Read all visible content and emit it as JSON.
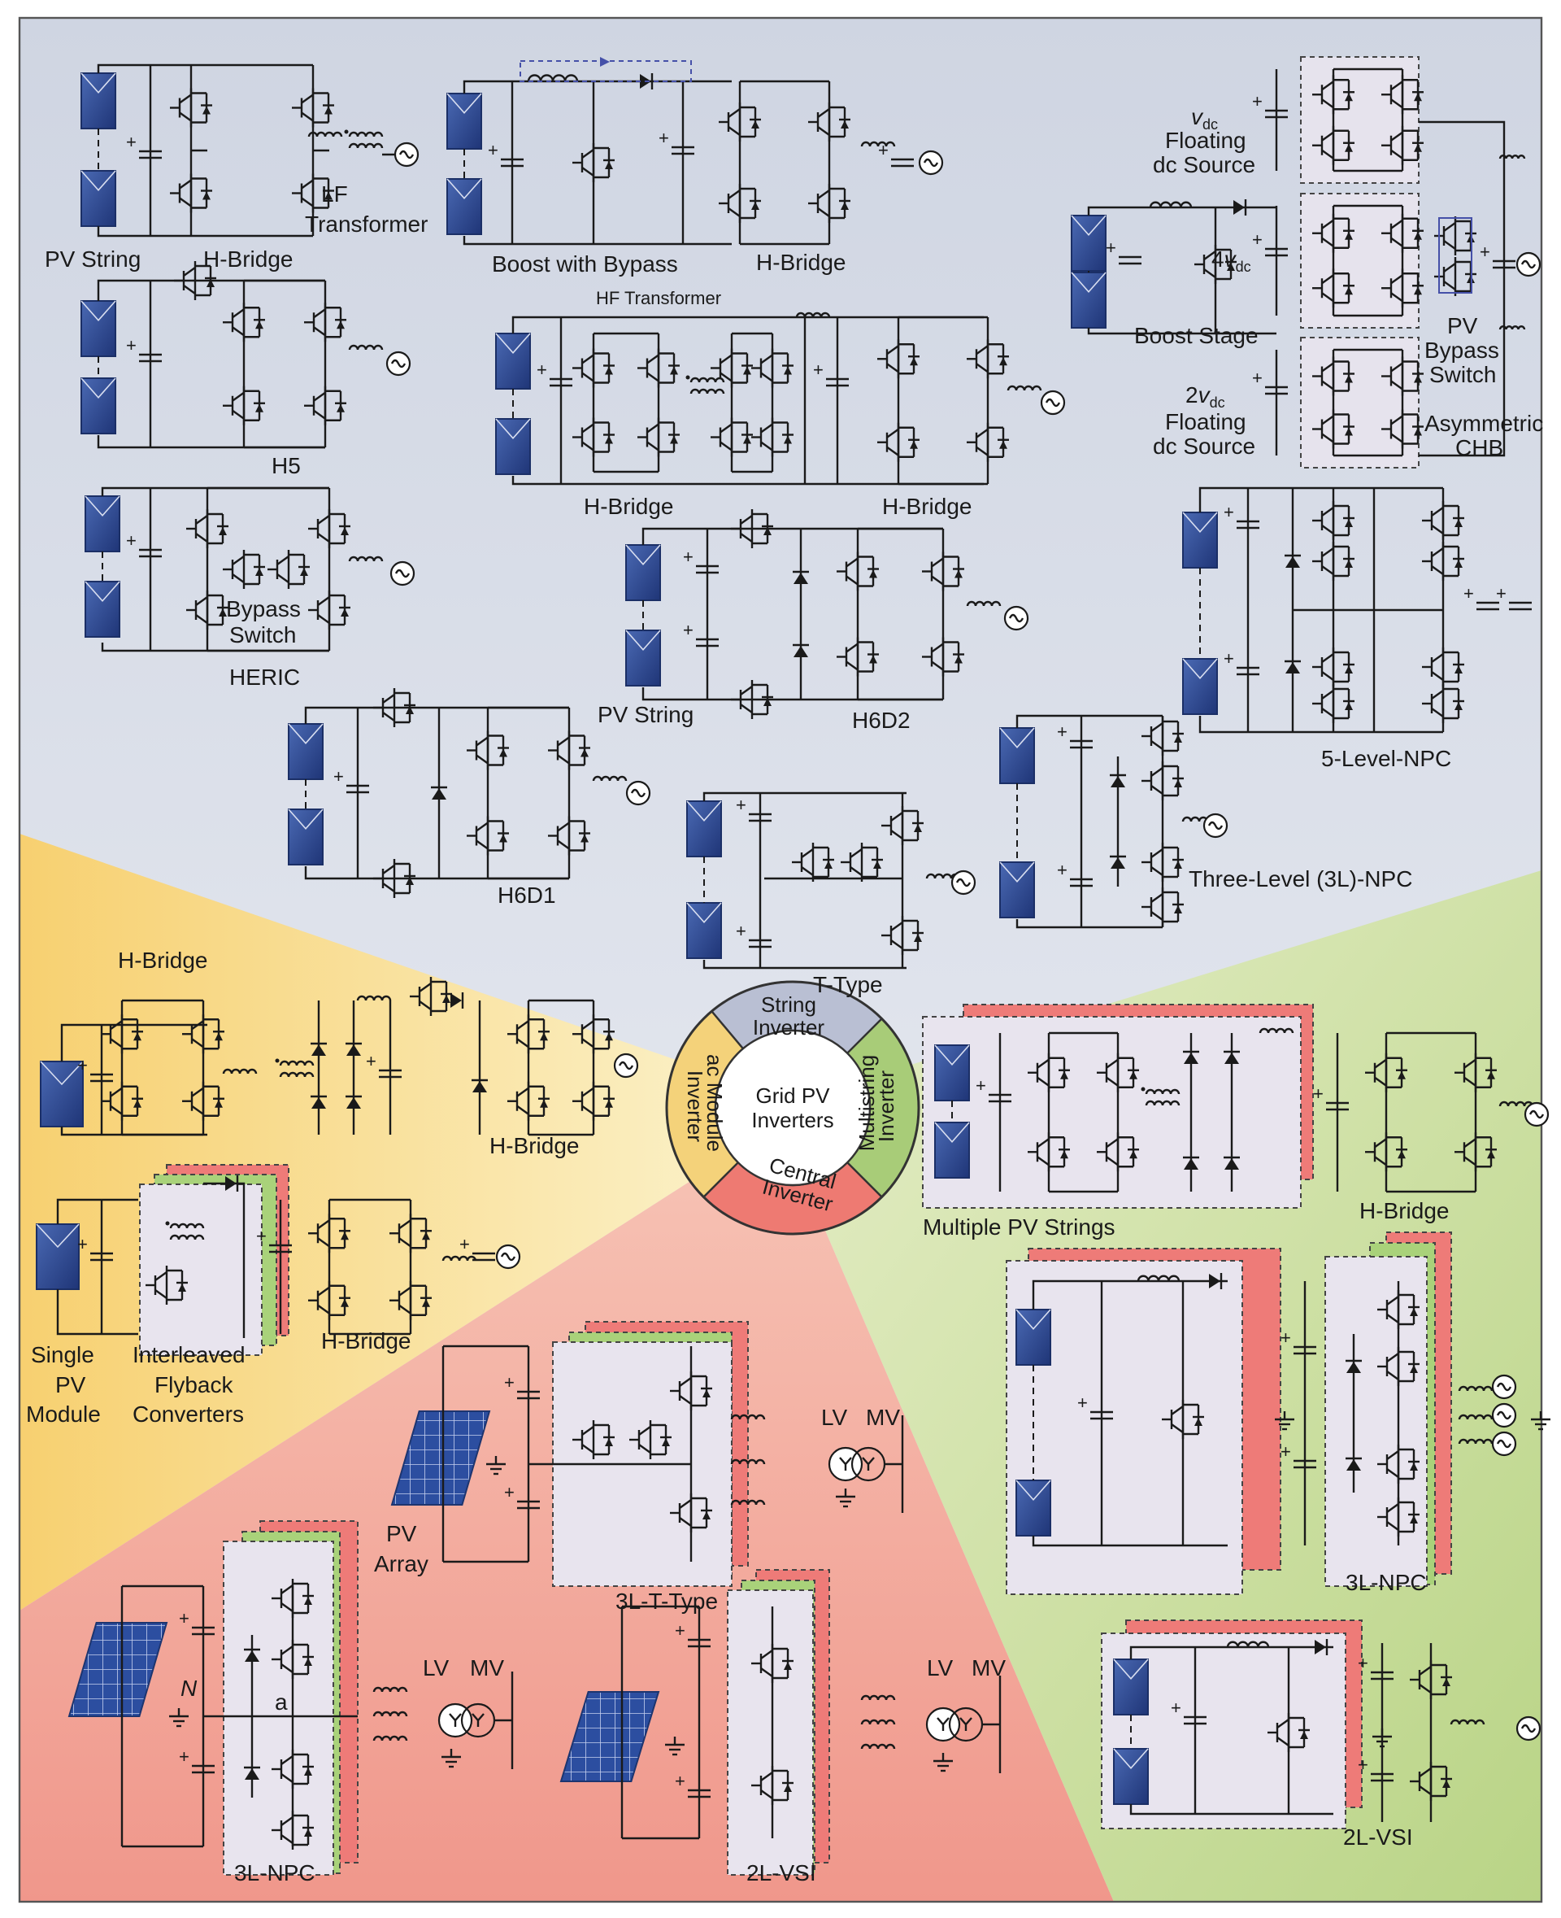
{
  "wheel": {
    "center": "Grid PV Inverters",
    "segments": [
      {
        "label": "String Inverter",
        "color": "#b9bfd3"
      },
      {
        "label": "Multistring Inverter",
        "color": "#a8cc78"
      },
      {
        "label": "Central Inverter",
        "color": "#ee7a72"
      },
      {
        "label": "ac Module Inverter",
        "color": "#f4d27a"
      }
    ]
  },
  "regions": {
    "string": "#dfe3ec",
    "ac_module": "#fbe8a6",
    "central": "#f6b2a5",
    "multistring": "#cfe0a8"
  },
  "labels": {
    "pv_string": "PV String",
    "h_bridge": "H-Bridge",
    "lf_transformer": "LF Transformer",
    "boost_bypass": "Boost with Bypass",
    "hf_transformer": "HF Transformer",
    "h5": "H5",
    "heric": "HERIC",
    "bypass_switch": "Bypass Switch",
    "h6d2": "H6D2",
    "h6d1": "H6D1",
    "t_type": "T-Type",
    "three_level_npc": "Three-Level (3L)-NPC",
    "five_level_npc": "5-Level-NPC",
    "vdc_floating": "vdc Floating dc Source",
    "four_vdc": "4vdc",
    "boost_stage": "Boost Stage",
    "pv_bypass_switch": "PV Bypass Switch",
    "two_vdc_floating": "2vdc Floating dc Source",
    "asymmetric_chb": "Asymmetric CHB",
    "single_pv_module": "Single PV Module",
    "interleaved_flyback": "Interleaved Flyback Converters",
    "pv_array": "PV Array",
    "three_l_t_type": "3L-T-Type",
    "three_l_npc": "3L-NPC",
    "two_l_vsi": "2L-VSI",
    "lv": "LV",
    "mv": "MV",
    "n": "N",
    "a": "a",
    "multiple_pv_strings": "Multiple PV Strings"
  },
  "colors": {
    "panel": "#2f4f95",
    "panel_edge": "#1b2f66",
    "frame": "#e8e4ee"
  }
}
